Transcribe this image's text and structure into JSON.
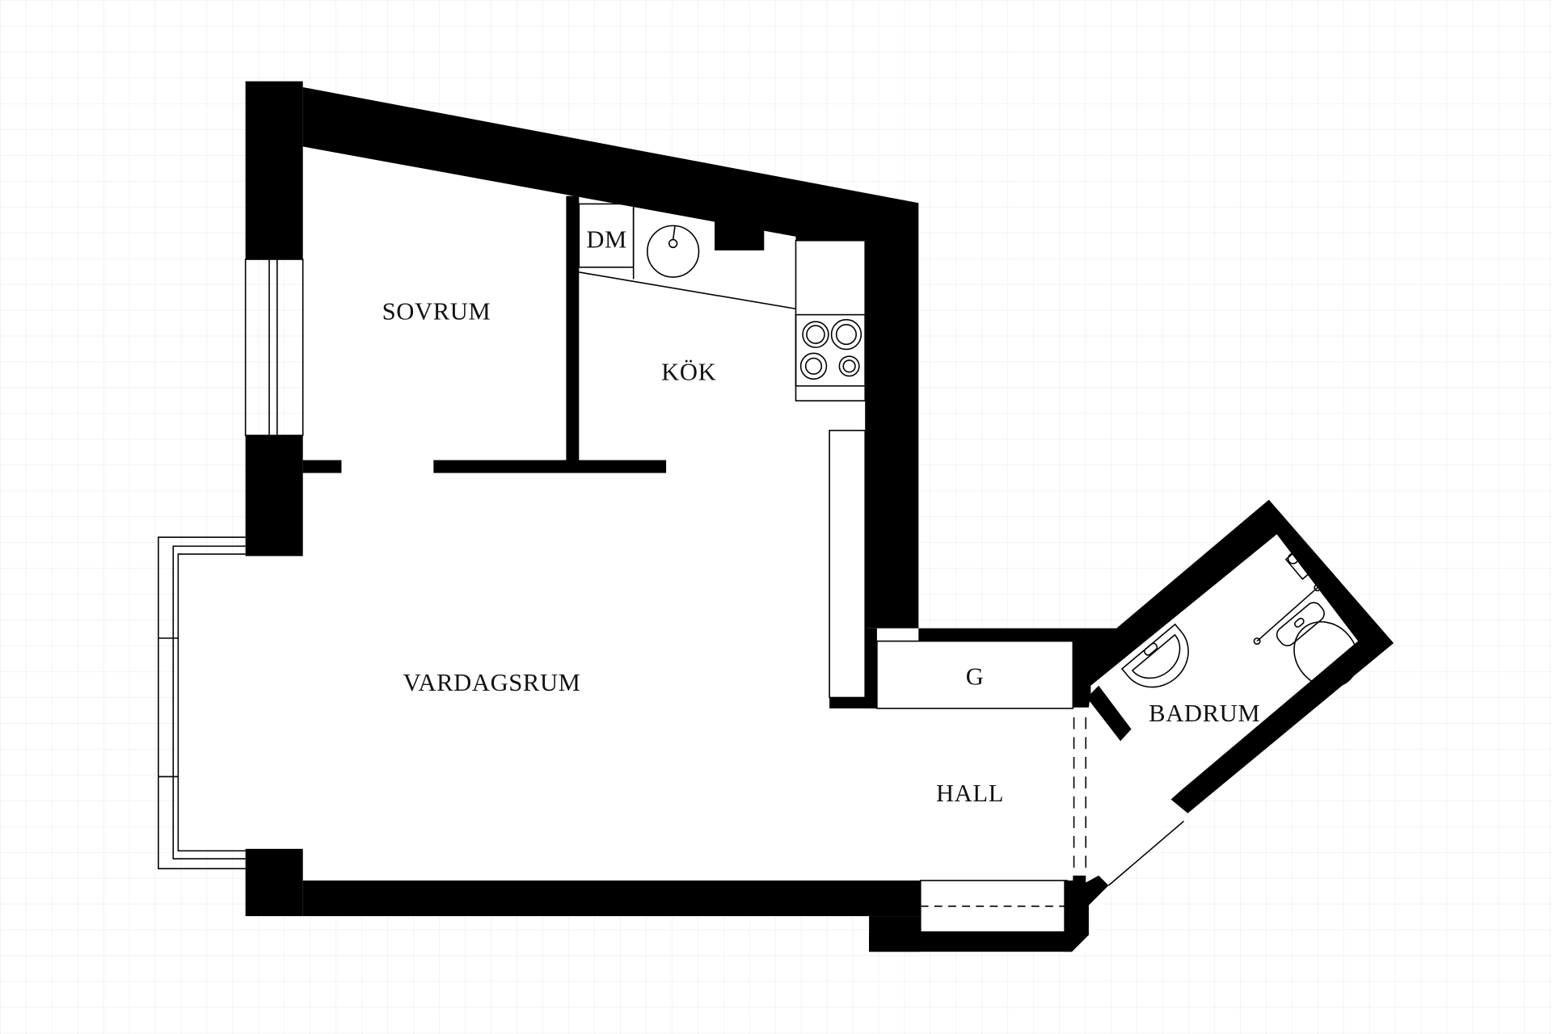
{
  "rooms": {
    "sovrum": "SOVRUM",
    "kok": "KÖK",
    "dm": "DM",
    "vardagsrum": "VARDAGSRUM",
    "g": "G",
    "hall": "HALL",
    "badrum": "BADRUM"
  },
  "colors": {
    "wall": "#000000",
    "grid": "#ececec",
    "background": "#ffffff"
  }
}
